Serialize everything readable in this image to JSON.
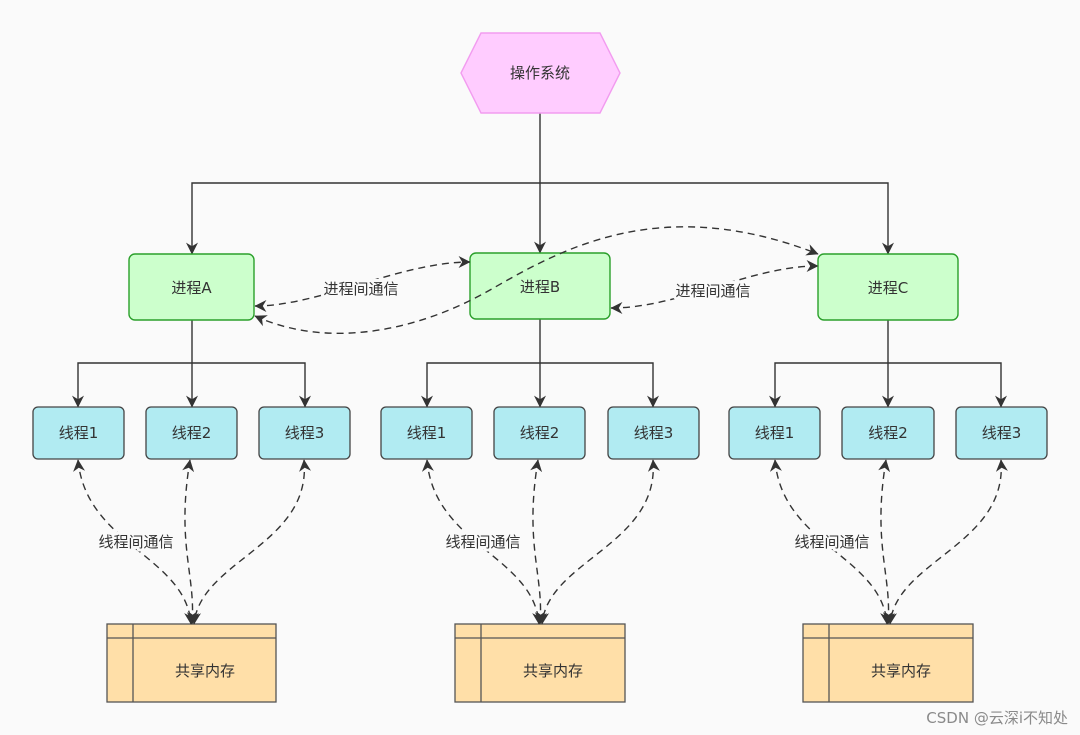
{
  "diagram": {
    "root": {
      "label": "操作系统"
    },
    "processes": [
      {
        "label": "进程A",
        "threads": [
          "线程1",
          "线程2",
          "线程3"
        ],
        "thread_comm_label": "线程间通信",
        "shared_memory_label": "共享内存"
      },
      {
        "label": "进程B",
        "threads": [
          "线程1",
          "线程2",
          "线程3"
        ],
        "thread_comm_label": "线程间通信",
        "shared_memory_label": "共享内存"
      },
      {
        "label": "进程C",
        "threads": [
          "线程1",
          "线程2",
          "线程3"
        ],
        "thread_comm_label": "线程间通信",
        "shared_memory_label": "共享内存"
      }
    ],
    "process_comm_labels": [
      "进程间通信",
      "进程间通信"
    ],
    "watermark": "CSDN @云深i不知处"
  },
  "colors": {
    "os_fill": "#ffccff",
    "process_fill": "#ccffcc",
    "thread_fill": "#b1ebf2",
    "memory_fill": "#ffdfa8"
  }
}
